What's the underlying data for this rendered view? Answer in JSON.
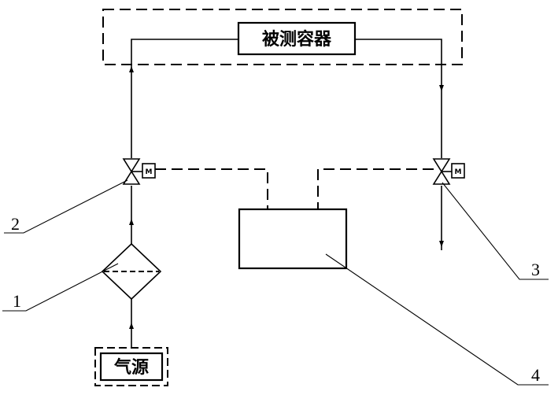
{
  "diagram": {
    "container_label": "被测容器",
    "source_label": "气源",
    "motor_label": "M",
    "callouts": [
      {
        "id": "1",
        "label": "1",
        "target": "filter"
      },
      {
        "id": "2",
        "label": "2",
        "target": "inlet-valve"
      },
      {
        "id": "3",
        "label": "3",
        "target": "outlet-valve"
      },
      {
        "id": "4",
        "label": "4",
        "target": "controller"
      }
    ],
    "stroke_color": "#000000",
    "background_color": "#ffffff"
  }
}
